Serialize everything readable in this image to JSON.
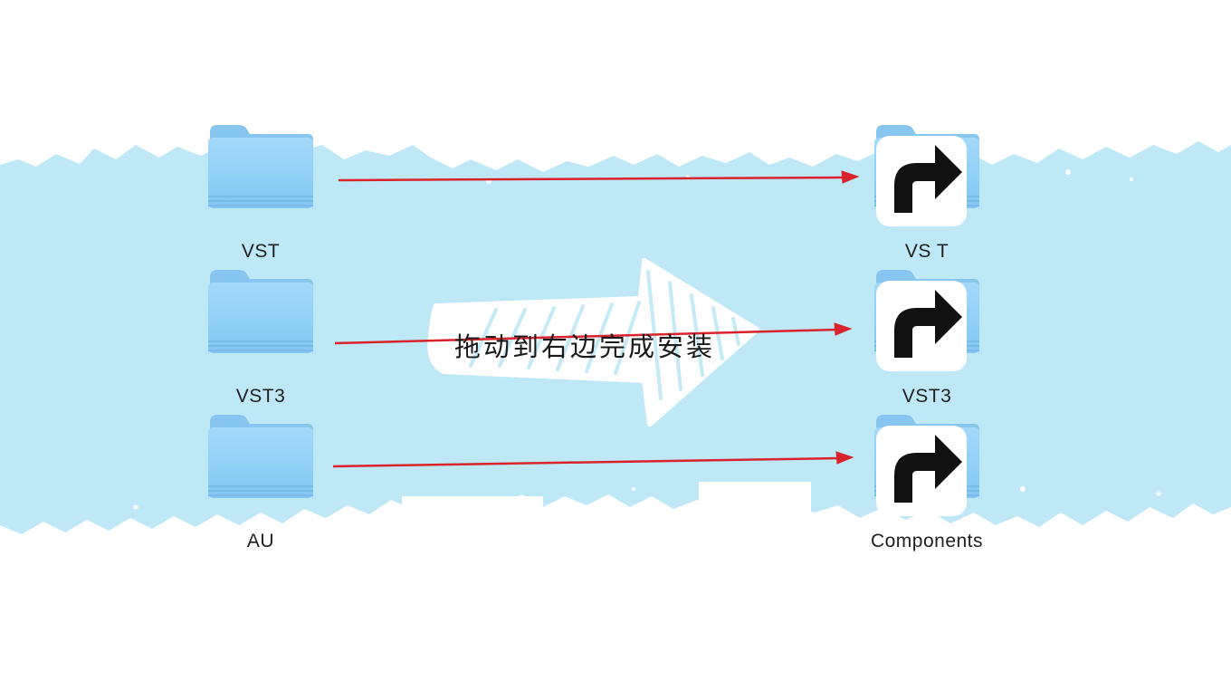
{
  "source_items": [
    {
      "label": "VST"
    },
    {
      "label": "VST3"
    },
    {
      "label": "AU"
    }
  ],
  "target_items": [
    {
      "label": "VS T"
    },
    {
      "label": "VST3"
    },
    {
      "label": "Components"
    }
  ],
  "instruction": "拖动到右边完成安装",
  "colors": {
    "band": "#bfe8f7",
    "folder_tab": "#8ccbf2",
    "folder_body": "#8fd0f7",
    "arrow_line": "#d8232a"
  },
  "icons": {
    "folder": "folder-icon",
    "alias": "alias-arrow-icon",
    "drag_hint": "big-arrow-icon"
  }
}
